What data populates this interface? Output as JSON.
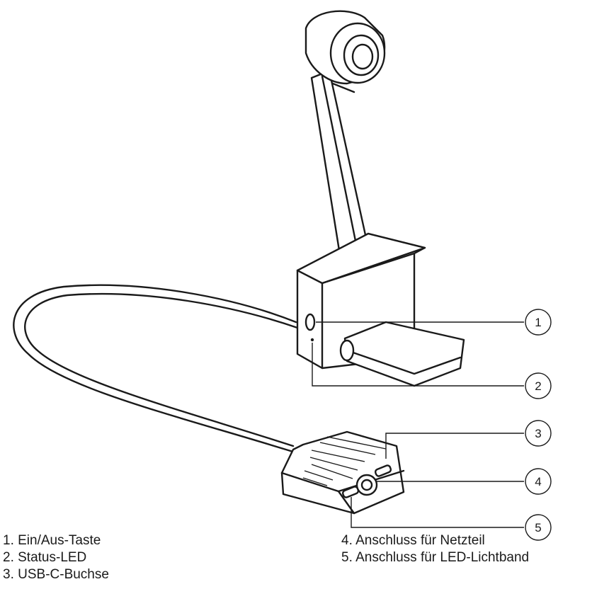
{
  "callouts": [
    {
      "num": "1",
      "target": "power-button"
    },
    {
      "num": "2",
      "target": "status-led"
    },
    {
      "num": "3",
      "target": "usb-c-port"
    },
    {
      "num": "4",
      "target": "power-connector"
    },
    {
      "num": "5",
      "target": "led-strip-connector"
    }
  ],
  "legend": {
    "items": [
      "1. Ein/Aus-Taste",
      "2. Status-LED",
      "3. USB-C-Buchse",
      "4. Anschluss für Netzteil",
      "5. Anschluss für LED-Lichtband"
    ]
  }
}
